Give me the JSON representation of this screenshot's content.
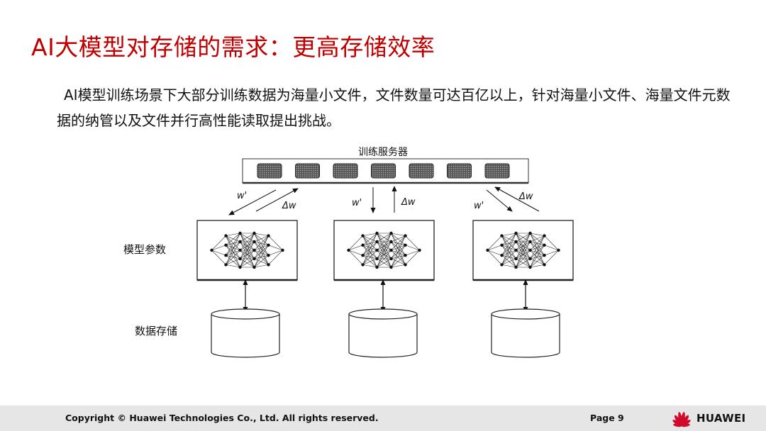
{
  "slide": {
    "title": "AI大模型对存储的需求：更高存储效率",
    "paragraph": "AI模型训练场景下大部分训练数据为海量小文件，文件数量可达百亿以上，针对海量小文件、海量文件元数据的纳管以及文件并行高性能读取提出挑战。"
  },
  "diagram": {
    "server_label": "训练服务器",
    "model_params_label": "模型参数",
    "data_storage_label": "数据存储",
    "weight_label": "w'",
    "delta_label": "Δw",
    "chip_count": 7,
    "node_count": 3
  },
  "footer": {
    "copyright": "Copyright © Huawei Technologies Co., Ltd. All rights reserved.",
    "page": "Page 9",
    "brand": "HUAWEI"
  },
  "colors": {
    "title": "#c00000",
    "footer_bg": "#e6e6e6",
    "logo": "#cf0a2c"
  }
}
